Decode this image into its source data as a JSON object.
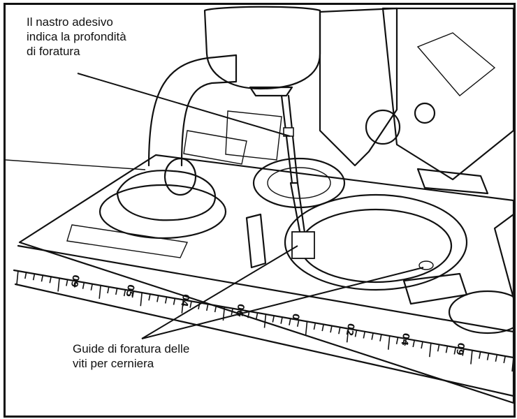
{
  "callouts": {
    "tape": {
      "line1": "Il nastro adesivo",
      "line2": "indica la profondità",
      "line3": "di foratura"
    },
    "guides": {
      "line1": "Guide di foratura delle",
      "line2": "viti per cerniera"
    }
  },
  "ruler_labels": [
    "09",
    "05",
    "04",
    "06",
    "0",
    "02",
    "04",
    "09"
  ]
}
